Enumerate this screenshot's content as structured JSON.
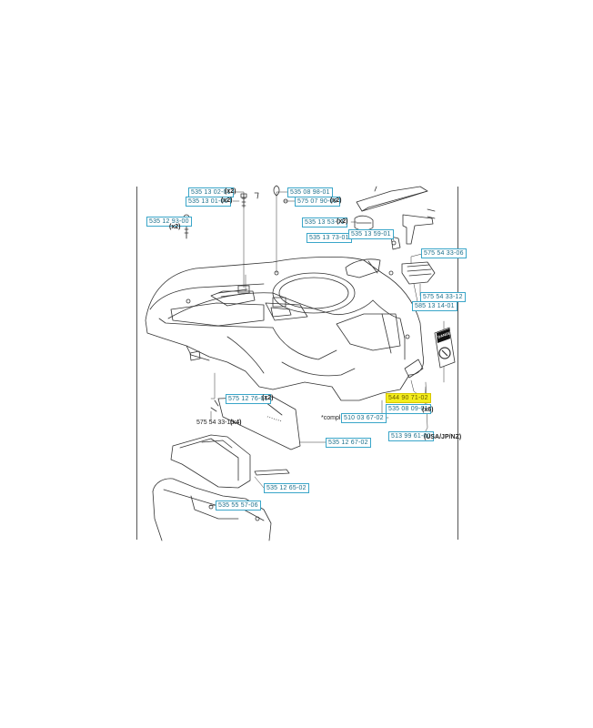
{
  "parts": {
    "p01": "535 13 02-01",
    "p02": "535 13 01-00",
    "p03": "535 12 93-00",
    "p04": "535 08 98-01",
    "p05": "575 07 90-02",
    "p06": "535 13 53-01",
    "p07": "535 13 73-01",
    "p08": "535 13 59-01",
    "p09": "575 54 33-06",
    "p10": "575 54 33-12",
    "p11": "585 13 14-01",
    "p12": "544 90 71-02",
    "p13": "535 08 09-01",
    "p14": "510 03 67-02",
    "p15": "575 12 76-01",
    "p16": "535 12 67-02",
    "p17": "513 99 61-00",
    "p18": "535 12 65-02",
    "p19": "535 55 57-06"
  },
  "quantities": {
    "q01": "(x2)",
    "q02": "(x2)",
    "q03": "(x2)",
    "q05": "(x2)",
    "q06": "(x2)",
    "q13": "(x6)",
    "q15": "(x2)",
    "q17": "(USA/JP/NZ)",
    "q20": "(x4)"
  },
  "labels": {
    "compl_prefix": "*compl",
    "unboxed_part": "575 54 33-10",
    "warning_label": "DANGER"
  },
  "colors": {
    "callout_border": "#3aa6c9",
    "callout_text": "#1a6e8a",
    "highlight": "#f4ee1c",
    "line_art": "#333333"
  }
}
